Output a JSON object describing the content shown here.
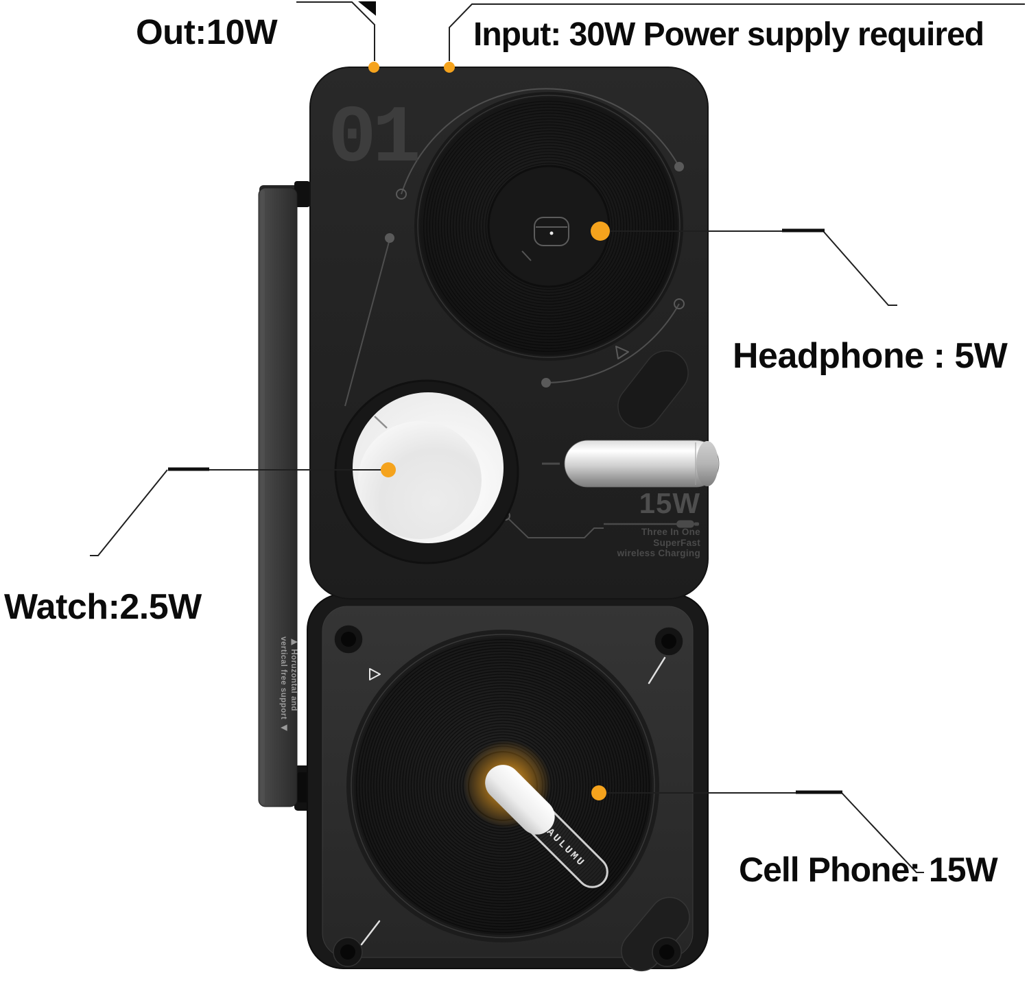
{
  "annotations": {
    "out": {
      "label": "Out:10W"
    },
    "input": {
      "label": "Input: 30W Power supply required"
    },
    "headphone": {
      "label": "Headphone : 5W"
    },
    "watch": {
      "label": "Watch:2.5W"
    },
    "cell_phone": {
      "label": "Cell Phone: 15W"
    }
  },
  "device": {
    "number": "01",
    "wattage": "15W",
    "tagline": [
      "Three In One",
      "SuperFast",
      "wireless Charging"
    ],
    "side_text_line1": "▶ Horuzontal and",
    "side_text_line2": "vertical free support ◀",
    "brand": "AULUMU"
  },
  "colors": {
    "accent_orange": "#F5A31D",
    "label_text": "#0b0b0b",
    "body_dark": "#242424",
    "print_gray": "#4b4b4b"
  }
}
